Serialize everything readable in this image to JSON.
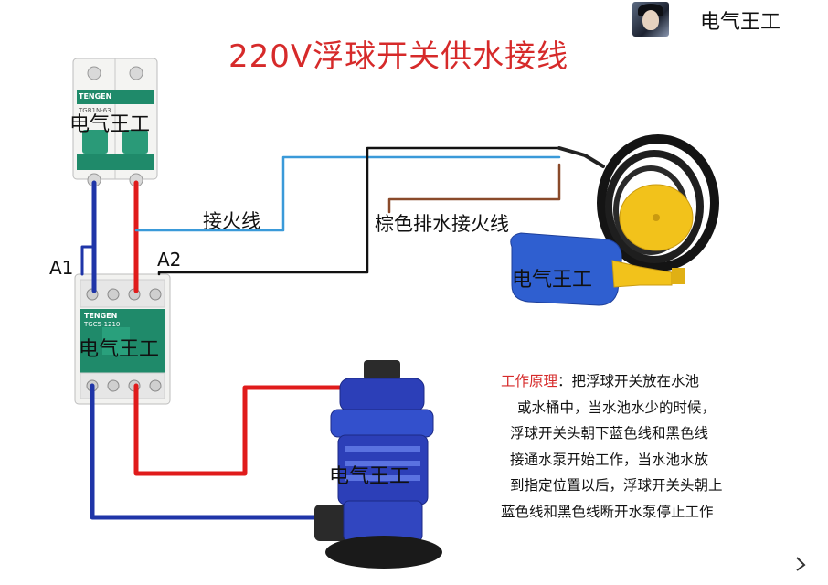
{
  "title": "220V浮球开关供水接线",
  "brand": "电气王工",
  "watermarks": [
    "电气王工",
    "电气王工",
    "电气王工",
    "电气王工"
  ],
  "breaker": {
    "brand": "TENGEN",
    "model": "TGB1N-63"
  },
  "contactor": {
    "brand": "TENGEN",
    "model": "TGC5-1210"
  },
  "labels": {
    "live_wire": "接火线",
    "brown_wire": "棕色排水接火线",
    "a1": "A1",
    "a2": "A2"
  },
  "description": {
    "heading": "工作原理",
    "lines": [
      "：把浮球开关放在水池",
      "或水桶中，当水池水少的时候，",
      "浮球开关头朝下蓝色线和黑色线",
      "接通水泵开始工作，当水池水放",
      "到指定位置以后，浮球开关头朝上",
      "蓝色线和黑色线断开水泵停止工作"
    ]
  },
  "colors": {
    "title": "#d62a2a",
    "live": "#e01b1b",
    "neutral": "#1f35a8",
    "control_blue": "#3a9ad9",
    "control_black": "#111111",
    "brown": "#8a4a2a",
    "device_green": "#1f8a6a",
    "float_yellow": "#f2c21b",
    "float_blue": "#2f5fd0",
    "pump_blue": "#2c3fb8"
  }
}
